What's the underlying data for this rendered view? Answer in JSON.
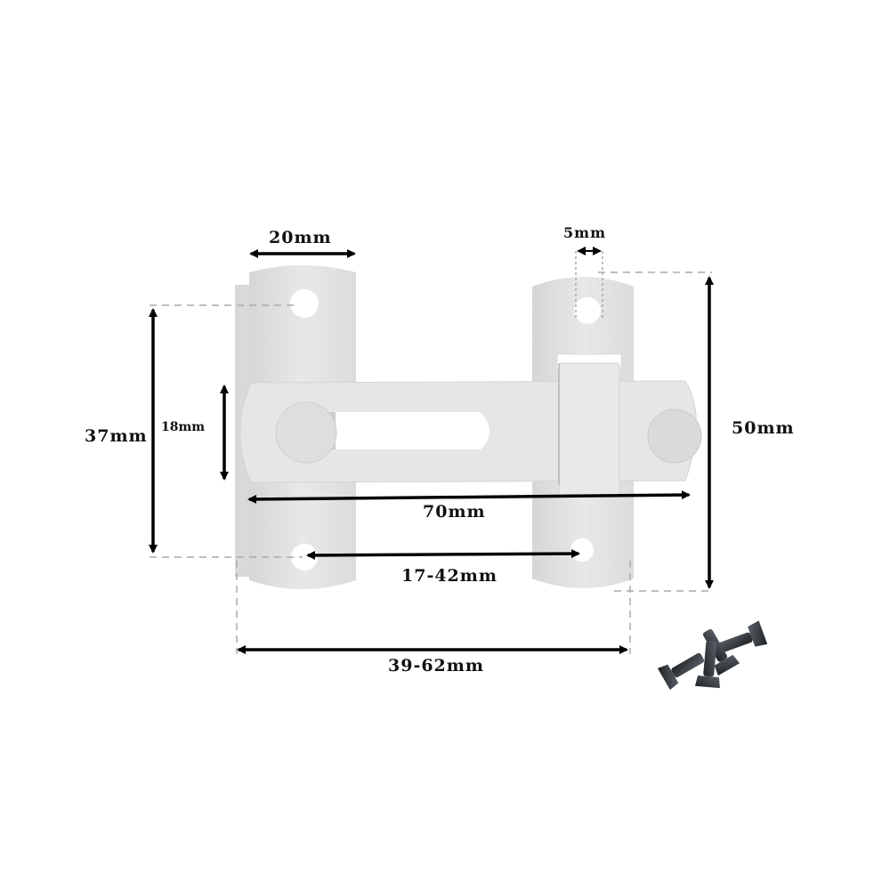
{
  "diagram": {
    "subject": "Flip latch / sliding door bolt with screws",
    "colors": {
      "background": "#ffffff",
      "metal": "#e3e3e3",
      "metal_shadow": "#cfcfcf",
      "metal_light": "#efefef",
      "arrow": "#000000",
      "guide_dash": "#aaaaaa",
      "screw": "#3a3f45"
    },
    "dimensions": {
      "plate_width": "20mm",
      "hole_diameter": "5mm",
      "plate_height_left": "37mm",
      "bar_height": "18mm",
      "plate_height_right": "50mm",
      "bar_length": "70mm",
      "hole_spacing": "17-42mm",
      "overall_width": "39-62mm"
    },
    "accessories": {
      "screws_count": 4
    }
  }
}
